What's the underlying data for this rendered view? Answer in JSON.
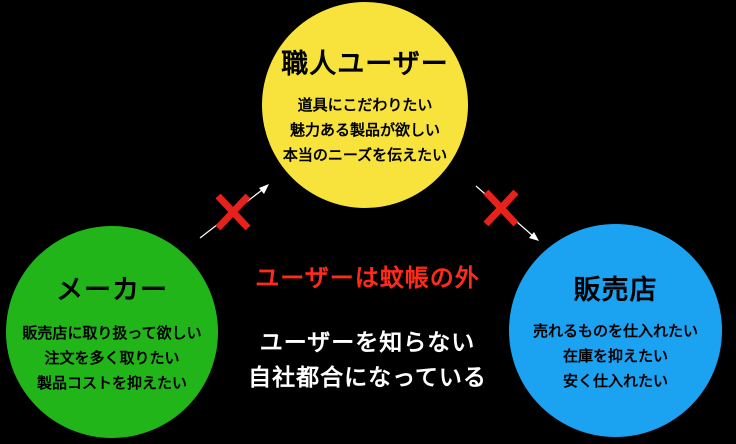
{
  "nodes": {
    "craftsman": {
      "title": "職人ユーザー",
      "lines": [
        "道具にこだわりたい",
        "魅力ある製品が欲しい",
        "本当のニーズを伝えたい"
      ],
      "color": "#f8e33c"
    },
    "maker": {
      "title": "メーカー",
      "lines": [
        "販売店に取り扱って欲しい",
        "注文を多く取りたい",
        "製品コストを抑えたい"
      ],
      "color": "#22b51a"
    },
    "retailer": {
      "title": "販売店",
      "lines": [
        "売れるものを仕入れたい",
        "在庫を抑えたい",
        "安く仕入れたい"
      ],
      "color": "#1ba3f1"
    }
  },
  "center": {
    "warning": "ユーザーは蚊帳の外",
    "line1": "ユーザーを知らない",
    "line2": "自社都合になっている"
  },
  "colors": {
    "background": "#000000",
    "warning": "#ff2a1a",
    "cross": "#e8211a",
    "arrow": "#ffffff"
  },
  "icons": [
    "cross-mark-icon",
    "arrow-icon"
  ]
}
